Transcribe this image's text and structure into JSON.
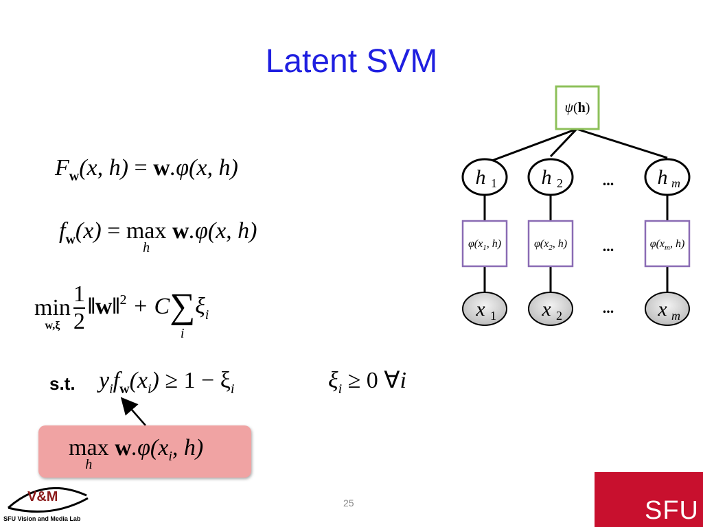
{
  "slide": {
    "title": "Latent SVM",
    "page_number": "25",
    "st_label": "s.t."
  },
  "equations": {
    "eq1": {
      "F": "F",
      "w": "w",
      "lhs_args": "(x, h)",
      "eq": " = ",
      "w2": "w",
      "phi": ".φ(x, h)"
    },
    "eq2": {
      "f": "f",
      "w": "w",
      "lhs_args": "(x)",
      "eq": " = ",
      "max": "max",
      "h": "h",
      "w2": "w",
      "phi": ".φ(x, h)"
    },
    "eq3": {
      "min": "min",
      "min_sub": "w,ξ",
      "num": "1",
      "den": "2",
      "norm": "‖w‖",
      "sq": "2",
      "plus_c": " + C",
      "sigma": "∑",
      "i": "i",
      "xi": "ξ",
      "xi_sub": "i"
    },
    "eq4": {
      "y": "y",
      "i": "i",
      "f": "f",
      "w": "w",
      "x_args_open": "(x",
      "x_args_close": ")",
      "ge": " ≥ 1 − ξ",
      "xi_sub": "i"
    },
    "eq5": {
      "xi": "ξ",
      "xi_sub": "i",
      "rest": " ≥ 0   ∀",
      "i": "i"
    },
    "box": {
      "max": "max",
      "h": "h",
      "w": "w",
      "phi_open": ".φ(x",
      "i": "i",
      "phi_close": ", h)"
    }
  },
  "diagram": {
    "root": {
      "label": "ψ(h)"
    },
    "hidden": [
      {
        "base": "h",
        "sub": "1"
      },
      {
        "base": "h",
        "sub": "2"
      },
      {
        "base": "h",
        "sub": "m"
      }
    ],
    "features": [
      {
        "open": "φ(x",
        "sub": "1",
        "close": ", h)"
      },
      {
        "open": "φ(x",
        "sub": "2",
        "close": ", h)"
      },
      {
        "open": "φ(x",
        "sub": "m",
        "close": ", h)"
      }
    ],
    "observed": [
      {
        "base": "x",
        "sub": "1"
      },
      {
        "base": "x",
        "sub": "2"
      },
      {
        "base": "x",
        "sub": "m"
      }
    ],
    "ellipsis": "...",
    "colors": {
      "root_border": "#8dc05a",
      "feature_border": "#8a6bb4",
      "observed_fill": "#d9d9d9"
    }
  },
  "branding": {
    "sfu": "SFU",
    "lab_name": "SFU Vision and Media Lab",
    "lab_logo_text": "V&M",
    "sfu_color": "#c8102e"
  }
}
